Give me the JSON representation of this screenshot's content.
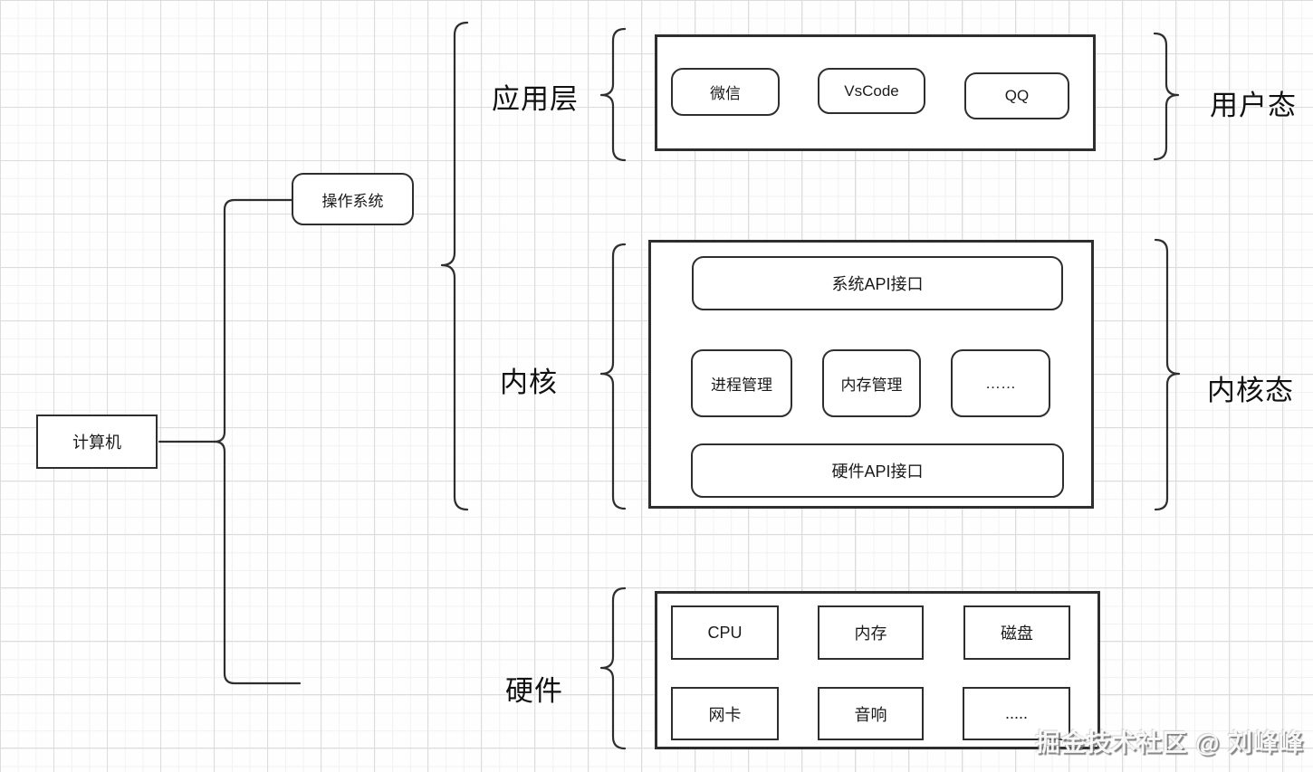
{
  "diagram": {
    "root": {
      "label": "计算机"
    },
    "os": {
      "label": "操作系统"
    },
    "layers": {
      "app": {
        "label": "应用层",
        "apps": [
          "微信",
          "VsCode",
          "QQ"
        ]
      },
      "kernel": {
        "label": "内核",
        "sys_api": "系统API接口",
        "modules": [
          "进程管理",
          "内存管理",
          "……"
        ],
        "hw_api": "硬件API接口"
      },
      "hardware": {
        "label": "硬件",
        "devices": [
          "CPU",
          "内存",
          "磁盘",
          "网卡",
          "音响",
          "....."
        ]
      }
    },
    "modes": {
      "user": "用户态",
      "kernel": "内核态"
    }
  },
  "watermark": {
    "text": "掘金技术社区 @ 刘峰峰"
  },
  "colors": {
    "stroke": "#2e2e2e",
    "background": "#fefefe",
    "grid_minor": "#f1f1f1",
    "grid_major": "#dcdcdc",
    "text": "#1a1a1a"
  }
}
